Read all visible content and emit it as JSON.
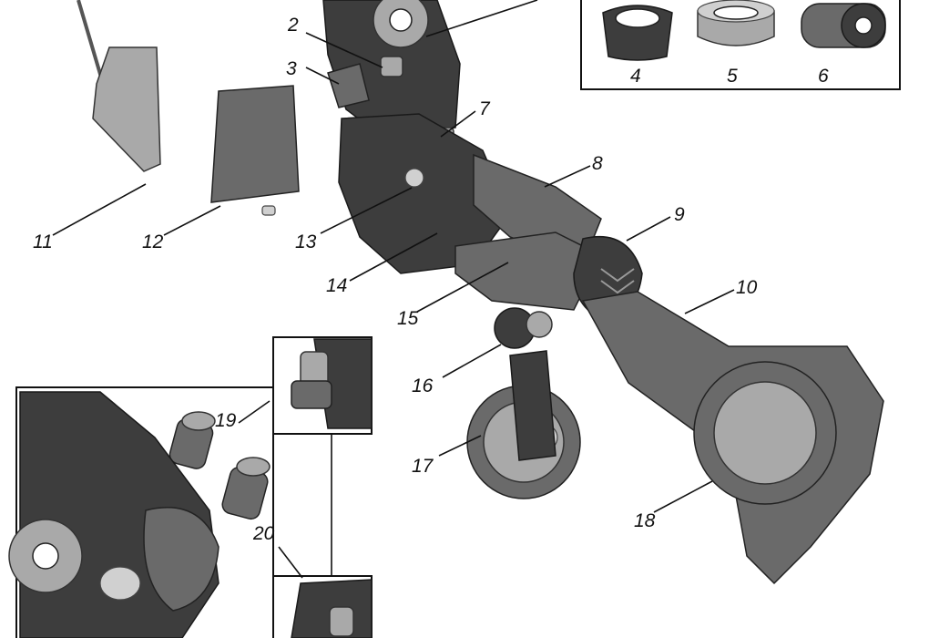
{
  "callouts": {
    "c2": "2",
    "c3": "3",
    "c4": "4",
    "c5": "5",
    "c6": "6",
    "c7": "7",
    "c8": "8",
    "c9": "9",
    "c10": "10",
    "c11": "11",
    "c12": "12",
    "c13": "13",
    "c14": "14",
    "c15": "15",
    "c16": "16",
    "c17": "17",
    "c18": "18",
    "c19": "19",
    "c20": "20"
  },
  "colors": {
    "line": "#111111",
    "part_dark": "#3d3d3d",
    "part_mid": "#6a6a6a",
    "part_light": "#a9a9a9",
    "background": "#ffffff"
  }
}
